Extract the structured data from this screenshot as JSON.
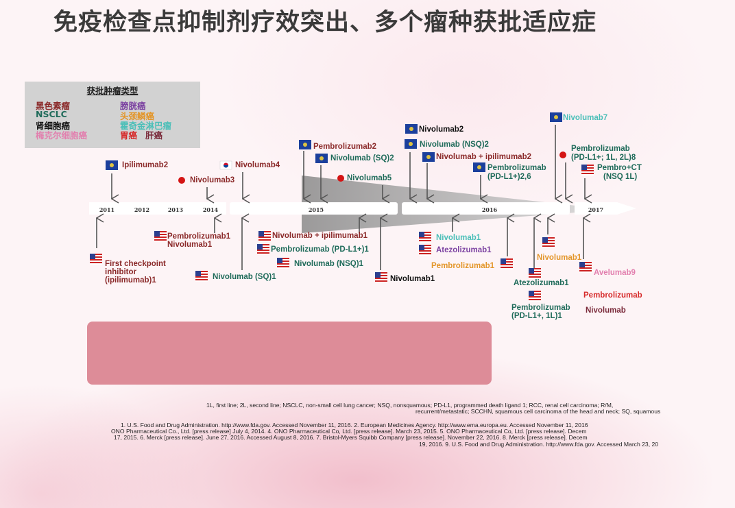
{
  "title": "免疫检查点抑制剂疗效突出、多个瘤种获批适应症",
  "legend": {
    "title": "获批肿瘤类型",
    "items": [
      {
        "text": "黑色素瘤",
        "color": "#8b2a2a"
      },
      {
        "text": "膀胱癌",
        "color": "#7a3fa0"
      },
      {
        "text": "NSCLC",
        "color": "#1f6b5a"
      },
      {
        "text": "头颈鳞癌",
        "color": "#e3962a"
      },
      {
        "text": "肾细胞癌",
        "color": "#111111"
      },
      {
        "text": "霍奇金淋巴瘤",
        "color": "#4bbfb8"
      },
      {
        "text": "梅克尔细胞癌",
        "color": "#e27fae"
      },
      {
        "text": "胃癌",
        "color": "#d62a2a"
      },
      {
        "text": "肝癌",
        "color": "#7a2a3a"
      }
    ]
  },
  "years": [
    "2011",
    "2012",
    "2013",
    "2014",
    "2015",
    "2016",
    "2017"
  ],
  "events_above": [
    {
      "text": "Ipilimumab2",
      "color": "#8b2a2a",
      "flag": "eu"
    },
    {
      "text": "Nivolumab3",
      "color": "#8b2a2a",
      "flag": "jp"
    },
    {
      "text": "Nivolumab4",
      "color": "#8b2a2a",
      "flag": "kr"
    },
    {
      "text": "Pembrolizumab2",
      "color": "#8b2a2a",
      "flag": "eu"
    },
    {
      "text": "Nivolumab (SQ)2",
      "color": "#1f6b5a",
      "flag": "eu"
    },
    {
      "text": "Nivolumab5",
      "color": "#1f6b5a",
      "flag": "jp"
    },
    {
      "text": "Nivolumab2",
      "color": "#111111",
      "flag": "eu"
    },
    {
      "text": "Nivolumab (NSQ)2",
      "color": "#1f6b5a",
      "flag": "eu"
    },
    {
      "text": "Nivolumab + ipilimumab2",
      "color": "#8b2a2a",
      "flag": "eu"
    },
    {
      "text": "Pembrolizumab",
      "color": "#1f6b5a",
      "flag": "eu"
    },
    {
      "text": "(PD-L1+)2,6",
      "color": "#1f6b5a",
      "flag": ""
    },
    {
      "text": "Nivolumab7",
      "color": "#4bbfb8",
      "flag": "eu"
    },
    {
      "text": "Pembrolizumab",
      "color": "#1f6b5a",
      "flag": "jp"
    },
    {
      "text": "(PD-L1+; 1L, 2L)8",
      "color": "#1f6b5a",
      "flag": ""
    },
    {
      "text": "Pembro+CT",
      "color": "#1f6b5a",
      "flag": "us"
    },
    {
      "text": "(NSQ 1L)",
      "color": "#1f6b5a",
      "flag": ""
    }
  ],
  "events_below": [
    {
      "text": "First checkpoint",
      "color": "#8b2a2a"
    },
    {
      "text": "inhibitor",
      "color": "#8b2a2a"
    },
    {
      "text": "(ipilimumab)1",
      "color": "#8b2a2a"
    },
    {
      "text": "Pembrolizumab1",
      "color": "#8b2a2a"
    },
    {
      "text": "Nivolumab1",
      "color": "#8b2a2a"
    },
    {
      "text": "Nivolumab (SQ)1",
      "color": "#1f6b5a"
    },
    {
      "text": "Nivolumab + ipilimumab1",
      "color": "#8b2a2a"
    },
    {
      "text": "Pembrolizumab (PD-L1+)1",
      "color": "#1f6b5a"
    },
    {
      "text": "Nivolumab (NSQ)1",
      "color": "#1f6b5a"
    },
    {
      "text": "Nivolumab1",
      "color": "#111111"
    },
    {
      "text": "Nivolumab1",
      "color": "#4bbfb8"
    },
    {
      "text": "Atezolizumab1",
      "color": "#7a3fa0"
    },
    {
      "text": "Pembrolizumab1",
      "color": "#e3962a"
    },
    {
      "text": "Nivolumab1",
      "color": "#e3962a"
    },
    {
      "text": "Atezolizumab1",
      "color": "#1f6b5a"
    },
    {
      "text": "Pembrolizumab",
      "color": "#1f6b5a"
    },
    {
      "text": "(PD-L1+, 1L)1",
      "color": "#1f6b5a"
    },
    {
      "text": "Avelumab9",
      "color": "#e27fae"
    },
    {
      "text": "Pembrolizumab",
      "color": "#d62a2a"
    },
    {
      "text": "Nivolumab",
      "color": "#7a2a3a"
    }
  ],
  "footnotes": {
    "abbrev1": "1L, first line; 2L, second line; NSCLC, non-small cell lung cancer; NSQ, nonsquamous; PD-L1, programmed death ligand 1; RCC, renal cell carcinoma; R/M,",
    "abbrev2": "recurrent/metastatic; SCCHN, squamous cell carcinoma of the head and neck; SQ, squamous",
    "ref1": "1. U.S. Food and Drug Administration. http://www.fda.gov. Accessed November 11, 2016. 2. European Medicines Agency. http://www.ema.europa.eu. Accessed November 11, 2016",
    "ref2": "ONO Pharmaceutical Co., Ltd. [press release] July 4, 2014. 4. ONO Pharmaceutical Co, Ltd. [press release]. March 23, 2015. 5. ONO Pharmaceutical Co, Ltd. [press release]. Decem",
    "ref3": "17, 2015. 6. Merck [press release]. June 27, 2016. Accessed August 8, 2016. 7. Bristol-Myers Squibb Company [press release]. November 22, 2016. 8. Merck [press release]. Decem",
    "ref4": "19, 2016. 9. U.S. Food and Drug Administration. http://www.fda.gov. Accessed March 23, 20"
  }
}
